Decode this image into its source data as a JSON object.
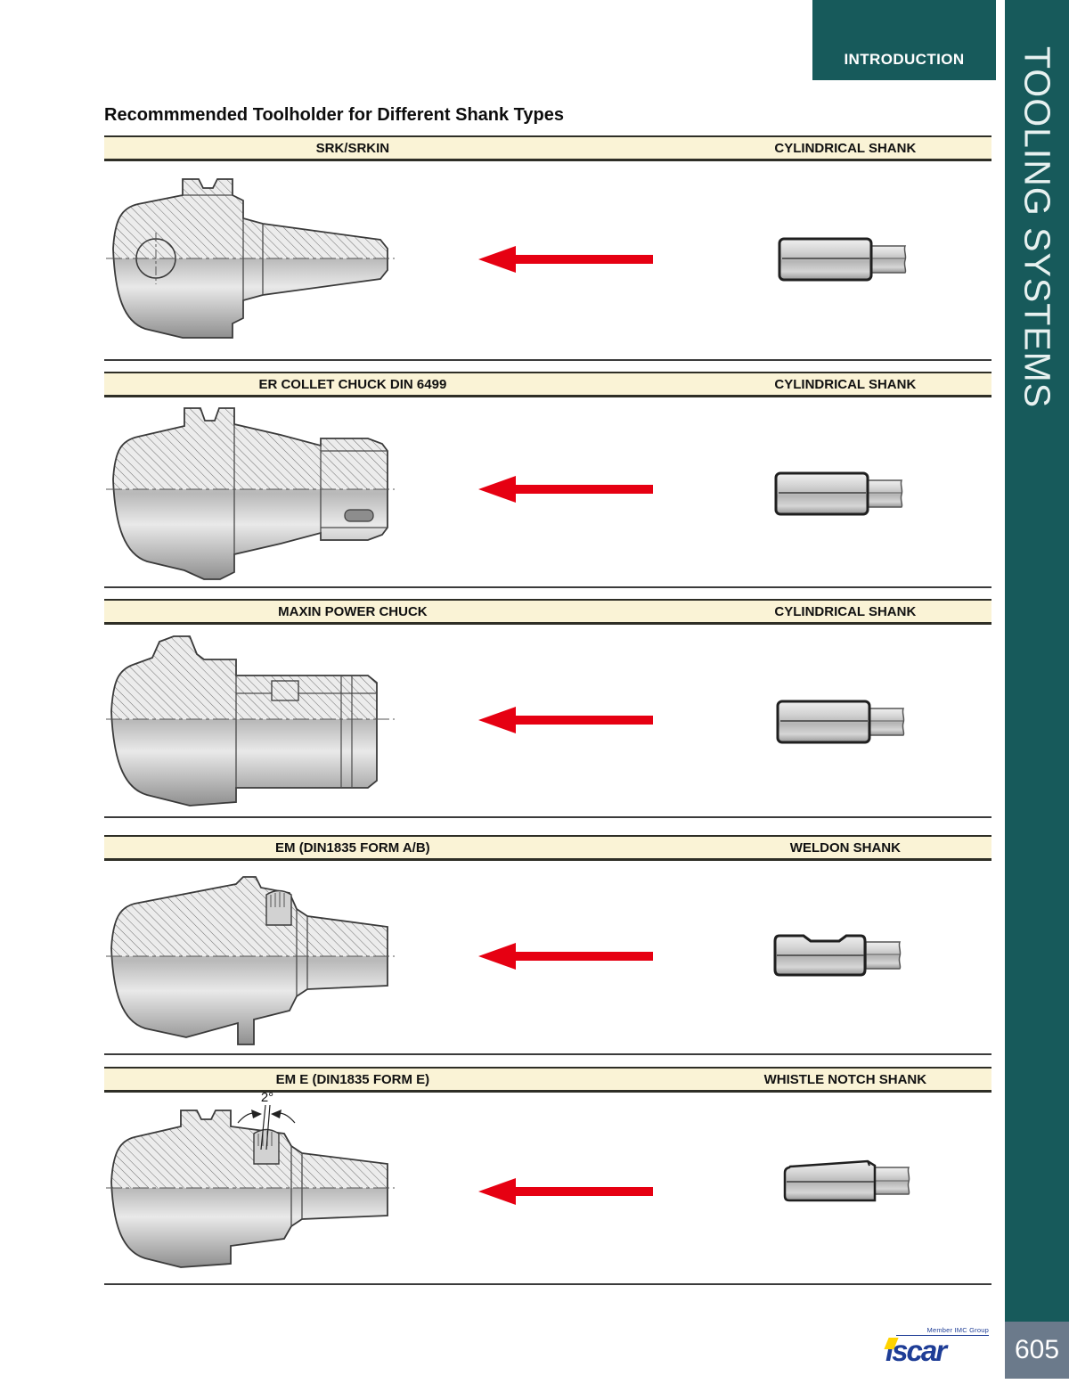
{
  "page": {
    "title": "Recommmended Toolholder for Different Shank Types",
    "number": "605"
  },
  "header": {
    "tab": "INTRODUCTION"
  },
  "sidebar": {
    "label": "TOOLING SYSTEMS"
  },
  "rows": [
    {
      "holder": "SRK/SRKIN",
      "shank": "CYLINDRICAL SHANK",
      "holder_icon": "srk-shrink-chuck-drawing",
      "shank_icon": "cylindrical-shank-drawing"
    },
    {
      "holder": "ER COLLET CHUCK  DIN 6499",
      "shank": "CYLINDRICAL SHANK",
      "holder_icon": "er-collet-chuck-drawing",
      "shank_icon": "cylindrical-shank-drawing"
    },
    {
      "holder": "MAXIN POWER CHUCK",
      "shank": "CYLINDRICAL SHANK",
      "holder_icon": "maxin-power-chuck-drawing",
      "shank_icon": "cylindrical-shank-drawing"
    },
    {
      "holder": "EM (DIN1835 FORM A/B)",
      "shank": "WELDON SHANK",
      "holder_icon": "em-din1835-ab-drawing",
      "shank_icon": "weldon-shank-drawing"
    },
    {
      "holder": "EM E (DIN1835 FORM E)",
      "shank": "WHISTLE NOTCH SHANK",
      "holder_icon": "em-e-din1835-e-drawing",
      "shank_icon": "whistle-notch-shank-drawing",
      "annotation": "2°"
    }
  ],
  "footer": {
    "logo_text": "iscar",
    "logo_caption": "Member IMC Group"
  },
  "colors": {
    "teal": "#175a5b",
    "cream": "#faf3d6",
    "header_border": "#2e2e26",
    "arrow_red": "#e60012",
    "page_box_gray": "#6b7a8b",
    "logo_blue": "#1e3d96",
    "logo_yellow": "#ffd300"
  }
}
